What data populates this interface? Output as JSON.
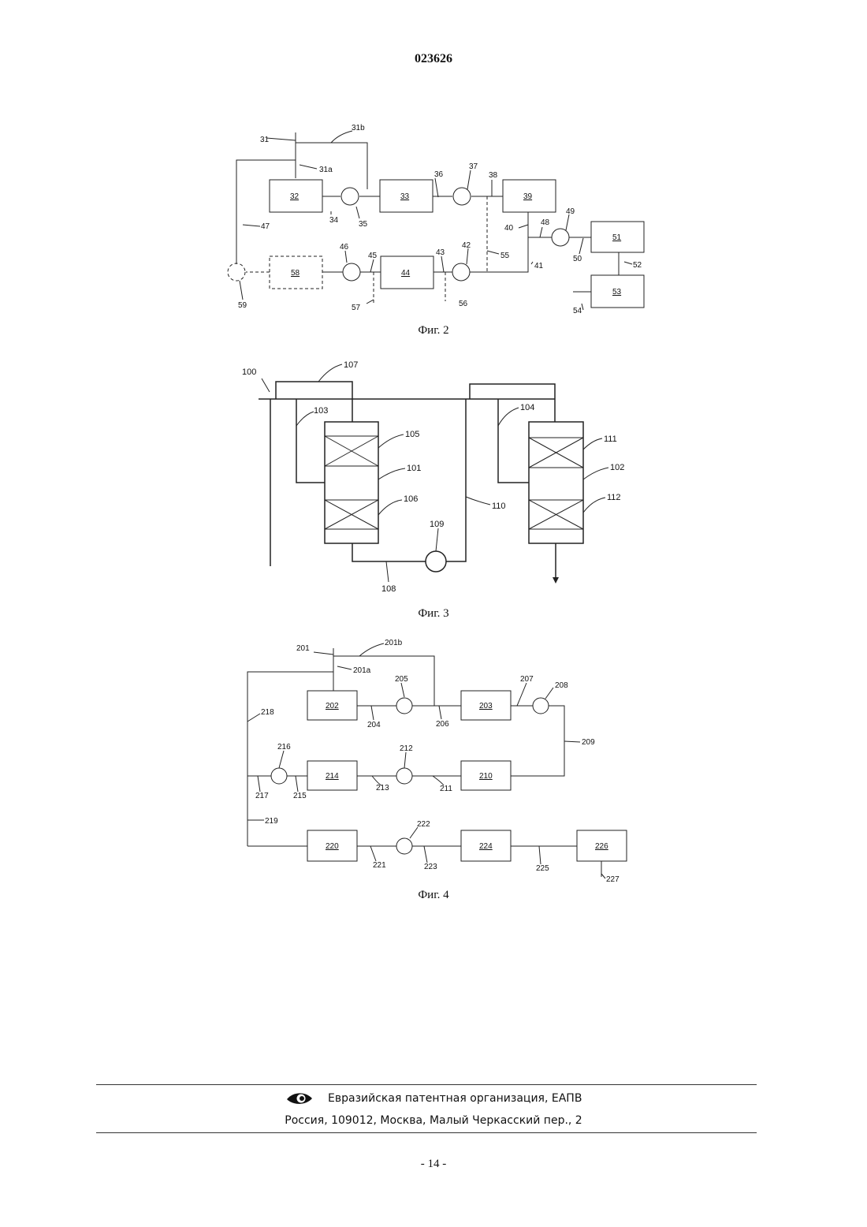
{
  "header": {
    "doc_number": "023626"
  },
  "figures": {
    "fig2": {
      "caption": "Фиг. 2",
      "labels": [
        "31",
        "31b",
        "31a",
        "32",
        "33",
        "34",
        "35",
        "36",
        "37",
        "38",
        "39",
        "40",
        "41",
        "42",
        "43",
        "44",
        "45",
        "46",
        "47",
        "48",
        "49",
        "50",
        "51",
        "52",
        "53",
        "54",
        "55",
        "56",
        "57",
        "58",
        "59"
      ]
    },
    "fig3": {
      "caption": "Фиг. 3",
      "labels": [
        "100",
        "107",
        "103",
        "104",
        "105",
        "101",
        "106",
        "111",
        "102",
        "112",
        "109",
        "110",
        "108"
      ]
    },
    "fig4": {
      "caption": "Фиг. 4",
      "labels": [
        "201",
        "201b",
        "201a",
        "202",
        "205",
        "203",
        "207",
        "208",
        "204",
        "206",
        "209",
        "216",
        "212",
        "214",
        "210",
        "217",
        "215",
        "213",
        "211",
        "218",
        "219",
        "222",
        "220",
        "224",
        "226",
        "221",
        "223",
        "225",
        "227"
      ]
    }
  },
  "footer": {
    "org": "Евразийская патентная организация, ЕАПВ",
    "address": "Россия, 109012, Москва, Малый Черкасский пер., 2",
    "logo": "eapo-eye-logo"
  },
  "page_number": "- 14 -"
}
